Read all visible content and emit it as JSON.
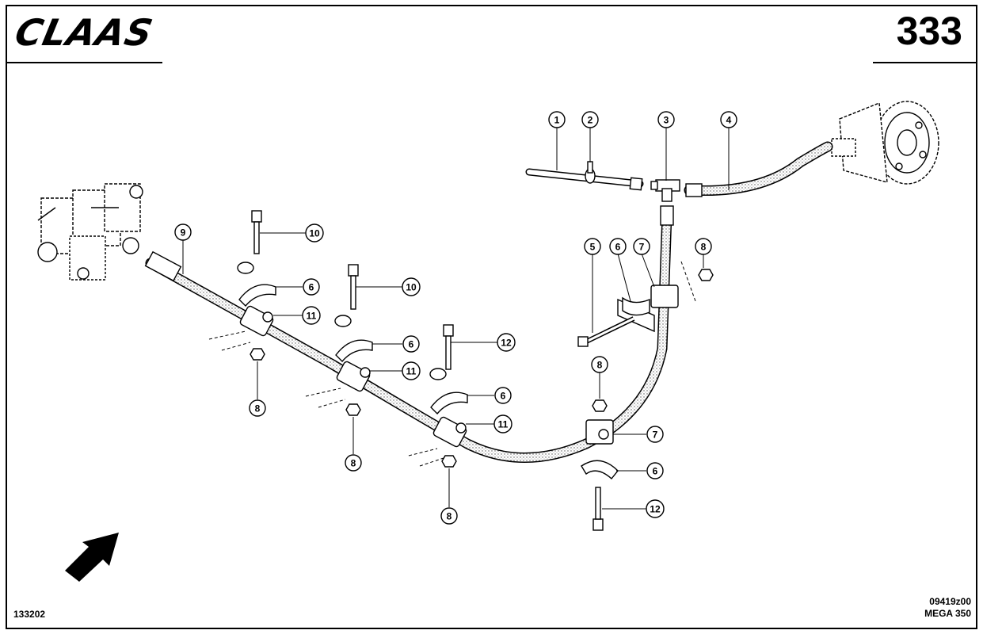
{
  "header": {
    "brand": "CLAAS",
    "page_number": "333"
  },
  "footer": {
    "drawing_id": "133202",
    "part_ref": "09419z00",
    "model": "MEGA 350"
  },
  "callouts": [
    {
      "id": "c1",
      "label": "1"
    },
    {
      "id": "c2",
      "label": "2"
    },
    {
      "id": "c3",
      "label": "3"
    },
    {
      "id": "c4",
      "label": "4"
    },
    {
      "id": "c5",
      "label": "5"
    },
    {
      "id": "c6a",
      "label": "6"
    },
    {
      "id": "c7a",
      "label": "7"
    },
    {
      "id": "c8a",
      "label": "8"
    },
    {
      "id": "c9",
      "label": "9"
    },
    {
      "id": "c10a",
      "label": "10"
    },
    {
      "id": "c6b",
      "label": "6"
    },
    {
      "id": "c11a",
      "label": "11"
    },
    {
      "id": "c10b",
      "label": "10"
    },
    {
      "id": "c8b",
      "label": "8"
    },
    {
      "id": "c6c",
      "label": "6"
    },
    {
      "id": "c11b",
      "label": "11"
    },
    {
      "id": "c12a",
      "label": "12"
    },
    {
      "id": "c8c",
      "label": "8"
    },
    {
      "id": "c6d",
      "label": "6"
    },
    {
      "id": "c11c",
      "label": "11"
    },
    {
      "id": "c8d",
      "label": "8"
    },
    {
      "id": "c8e",
      "label": "8"
    },
    {
      "id": "c7b",
      "label": "7"
    },
    {
      "id": "c6e",
      "label": "6"
    },
    {
      "id": "c12b",
      "label": "12"
    }
  ]
}
